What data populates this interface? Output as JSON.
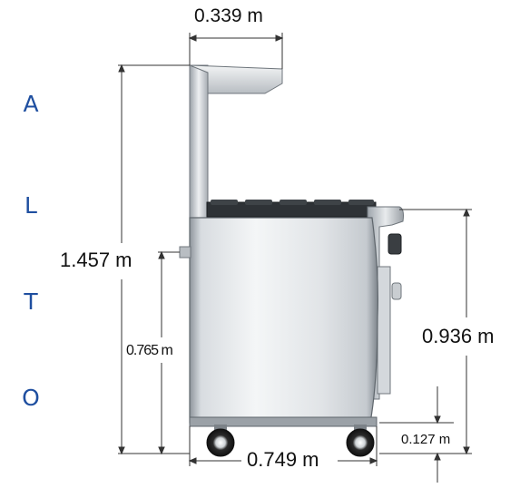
{
  "vertical_label": [
    "A",
    "L",
    "T",
    "O"
  ],
  "dimensions": {
    "width_shelf": "0.339 m",
    "height_total": "1.457 m",
    "height_mid": "0.765 m",
    "height_work": "0.936 m",
    "height_base": "0.127 m",
    "depth_base": "0.749 m"
  },
  "colors": {
    "label_blue": "#1f4fa0",
    "steel": "#d9dde1",
    "dim_line": "#333333"
  }
}
